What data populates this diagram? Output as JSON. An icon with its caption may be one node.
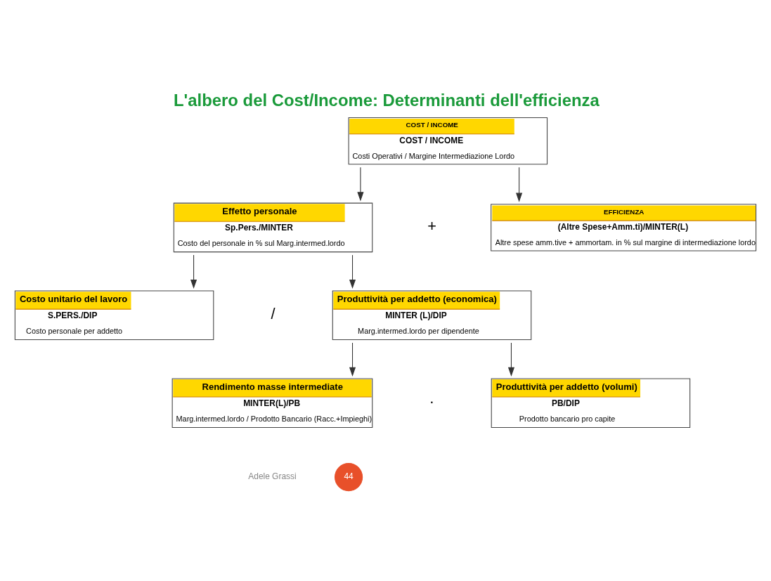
{
  "diagram": {
    "title": "L'albero del Cost/Income: Determinanti dell'efficienza",
    "nodes": [
      {
        "text": [
          "COST / INCOME",
          "COST / INCOME",
          "Costi Operativi / Margine Intermediazione Lordo"
        ]
      },
      {
        "text": [
          "Effetto personale",
          "Sp.Pers./MINTER",
          "Costo del personale in % sul Marg.intermed.lordo"
        ]
      },
      {
        "text": [
          "EFFICIENZA",
          "(Altre Spese+Amm.ti)/MINTER(L)",
          "Altre spese amm.tive + ammortam. in % sul margine di intermediazione lordo"
        ]
      },
      {
        "text": [
          "Costo unitario del lavoro",
          "S.PERS./DIP",
          "Costo personale per addetto"
        ]
      },
      {
        "text": [
          "Produttività per addetto (economica)",
          "MINTER (L)/DIP",
          "Marg.intermed.lordo per dipendente"
        ]
      },
      {
        "text": [
          "Rendimento masse intermediate",
          "MINTER(L)/PB",
          "Marg.intermed.lordo / Prodotto Bancario (Racc.+Impieghi)"
        ]
      },
      {
        "text": [
          "Produttività per addetto (volumi)",
          "PB/DIP",
          "Prodotto bancario pro capite"
        ]
      }
    ],
    "edges": [
      {
        "from": 0,
        "to": 1,
        "arrow": "to"
      },
      {
        "from": 0,
        "to": 2,
        "arrow": "to"
      },
      {
        "from": 1,
        "to": 3,
        "arrow": "to"
      },
      {
        "from": 1,
        "to": 4,
        "arrow": "to"
      },
      {
        "from": 4,
        "to": 5,
        "arrow": "to"
      },
      {
        "from": 4,
        "to": 6,
        "arrow": "to"
      }
    ],
    "labels": [
      "+",
      "/",
      "·",
      "Adele Grassi",
      "44"
    ]
  }
}
